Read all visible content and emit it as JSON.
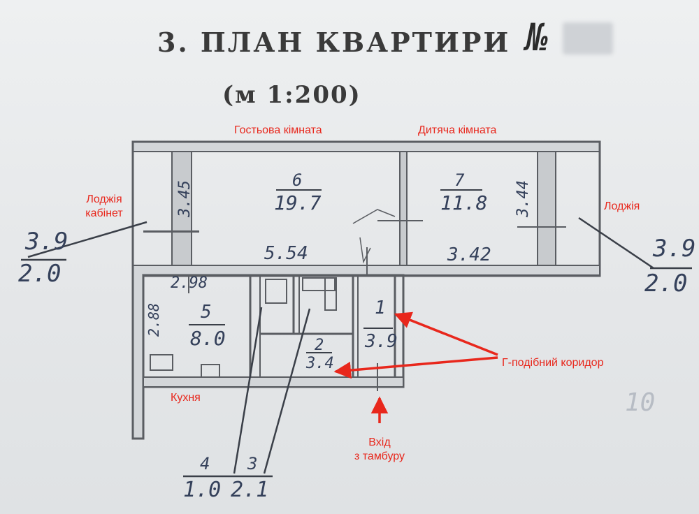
{
  "header": {
    "title": "3. ПЛАН КВАРТИРИ",
    "number_mark": "№",
    "scale": "(м 1:200)"
  },
  "annotations": {
    "guest_room": "Гостьова кімната",
    "children_room": "Дитяча кімната",
    "loggia_office_line1": "Лоджія",
    "loggia_office_line2": "кабінет",
    "loggia_right": "Лоджія",
    "corridor": "Г-подібний коридор",
    "kitchen": "Кухня",
    "entrance_line1": "Вхід",
    "entrance_line2": "з тамбуру"
  },
  "plan_labels": {
    "room6_num": "6",
    "room6_area": "19.7",
    "room7_num": "7",
    "room7_area": "11.8",
    "room5_num": "5",
    "room5_area": "8.0",
    "room1_num": "1",
    "room1_area": "3.9",
    "room2_num": "2",
    "room2_area": "3.4",
    "loggia_left_width": "3.45",
    "loggia_right_width": "3.44",
    "dim_left": "5.54",
    "dim_right": "3.42",
    "kitchen_top": "2.98",
    "kitchen_side": "2.88",
    "loggia_left_area": "3.9",
    "loggia_left_area2": "2.0",
    "loggia_right_area": "3.9",
    "loggia_right_area2": "2.0",
    "bath4_num": "4",
    "bath4_area": "1.0",
    "wc3_num": "3",
    "wc3_area": "2.1",
    "margin_mark": "10"
  }
}
